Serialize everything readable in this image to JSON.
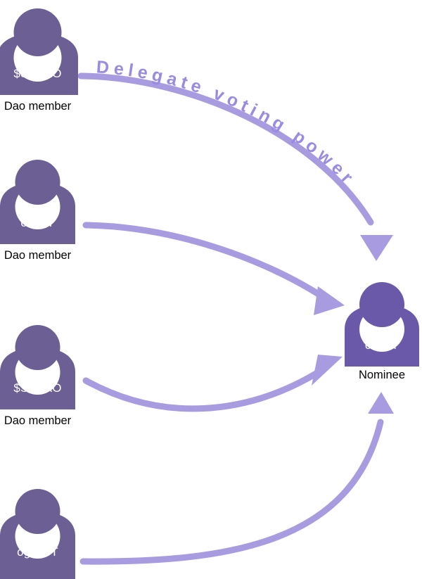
{
  "diagram": {
    "title": "Delegate voting power",
    "type": "flow-diagram",
    "background_color": "#ffffff",
    "colors": {
      "member_avatar": "#6B5F94",
      "nominee_avatar": "#6A58A8",
      "arrow": "#A99BE0",
      "curved_label_text": "#9A8BE0",
      "token_label_text": "#ffffff",
      "caption_text": "#040404"
    }
  },
  "curved_label": {
    "text": "Delegate voting power"
  },
  "members": [
    {
      "id": "member-1",
      "token": "$SuDAO",
      "caption": "Dao member"
    },
    {
      "id": "member-2",
      "token": "c-NFT",
      "caption": "Dao member"
    },
    {
      "id": "member-3",
      "token": "$SuDAO",
      "caption": "Dao member"
    },
    {
      "id": "member-4",
      "token": "og-NFT",
      "caption": ""
    }
  ],
  "nominee": {
    "id": "nominee",
    "token": "c-NFT",
    "caption": "Nominee"
  },
  "arrows": [
    {
      "id": "arrow-1",
      "from": "member-1",
      "to": "nominee",
      "label": "Delegate voting power"
    },
    {
      "id": "arrow-2",
      "from": "member-2",
      "to": "nominee",
      "label": ""
    },
    {
      "id": "arrow-3",
      "from": "member-3",
      "to": "nominee",
      "label": ""
    },
    {
      "id": "arrow-4",
      "from": "member-4",
      "to": "nominee",
      "label": ""
    }
  ]
}
